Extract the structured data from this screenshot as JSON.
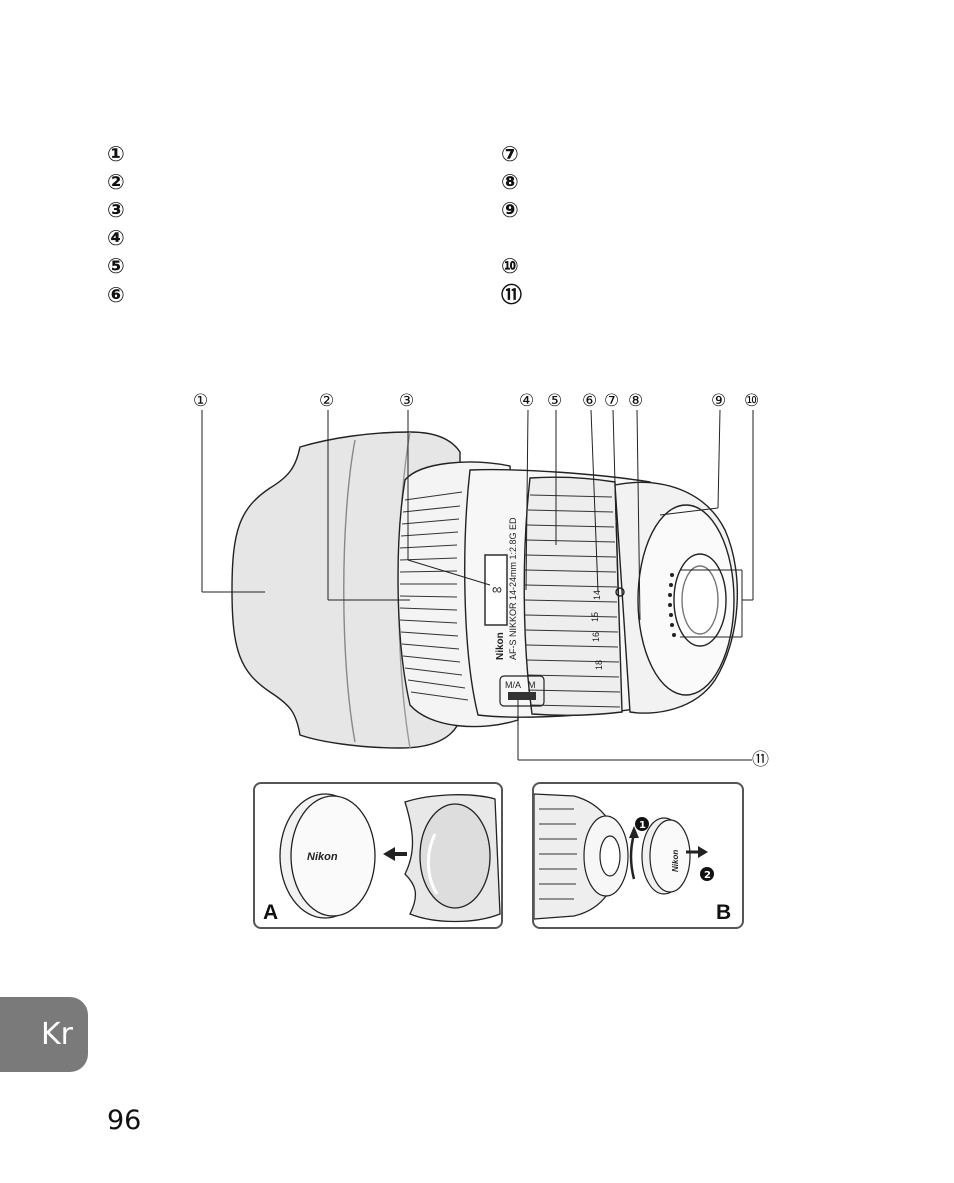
{
  "parts_list": {
    "left": [
      "①",
      "②",
      "③",
      "④",
      "⑤",
      "⑥"
    ],
    "right": [
      "⑦",
      "⑧",
      "⑨",
      "⑩",
      "⑪"
    ]
  },
  "diagram_callouts": [
    "①",
    "②",
    "③",
    "④",
    "⑤",
    "⑥",
    "⑦",
    "⑧",
    "⑨",
    "⑩",
    "⑪"
  ],
  "lens_marks": {
    "brand": "Nikon",
    "name": "AF-S NIKKOR 14-24mm 1:2.8G ED",
    "mode": "M/A",
    "mode_m": "M",
    "infinity": "∞",
    "scale_14": "14",
    "scale_15": "15",
    "scale_16": "16",
    "scale_18": "18"
  },
  "panel_a": {
    "letter": "A",
    "cap_brand": "Nikon"
  },
  "panel_b": {
    "letter": "B",
    "cap_brand": "Nikon",
    "step1": "1",
    "step2": "2"
  },
  "language_tab": "Kr",
  "page_number": "96"
}
